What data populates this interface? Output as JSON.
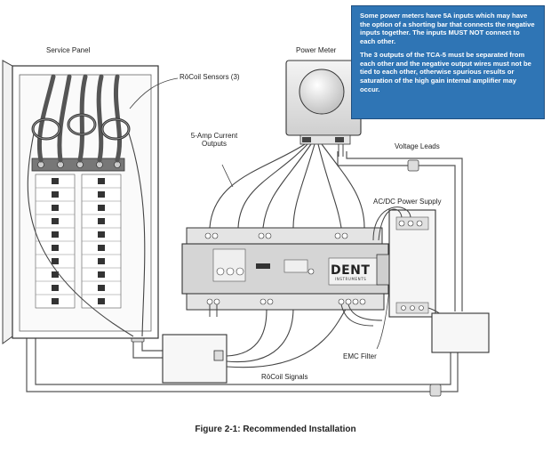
{
  "labels": {
    "service_panel": "Service Panel",
    "power_meter": "Power Meter",
    "rocoil_sensors": "RōCoil Sensors (3)",
    "current_outputs": "5-Amp Current\nOutputs",
    "voltage_leads": "Voltage Leads",
    "ac_dc_supply": "AC/DC Power Supply",
    "emc_filter": "EMC Filter",
    "rocoil_signals": "RōCoil Signals"
  },
  "callout": {
    "paragraph_1": "Some power meters have 5A inputs which may have the option of a shorting bar that connects the negative inputs together. The inputs MUST NOT connect to each other.",
    "paragraph_2": "The 3 outputs of the TCA-5 must be separated from each other and the negative output wires must not be tied to each other, otherwise spurious results or saturation of the high gain internal amplifier may occur.",
    "background_color": "#2f75b5"
  },
  "device": {
    "brand": "DENT",
    "brand_sub": "INSTRUMENTS"
  },
  "caption": "Figure 2-1: Recommended Installation"
}
